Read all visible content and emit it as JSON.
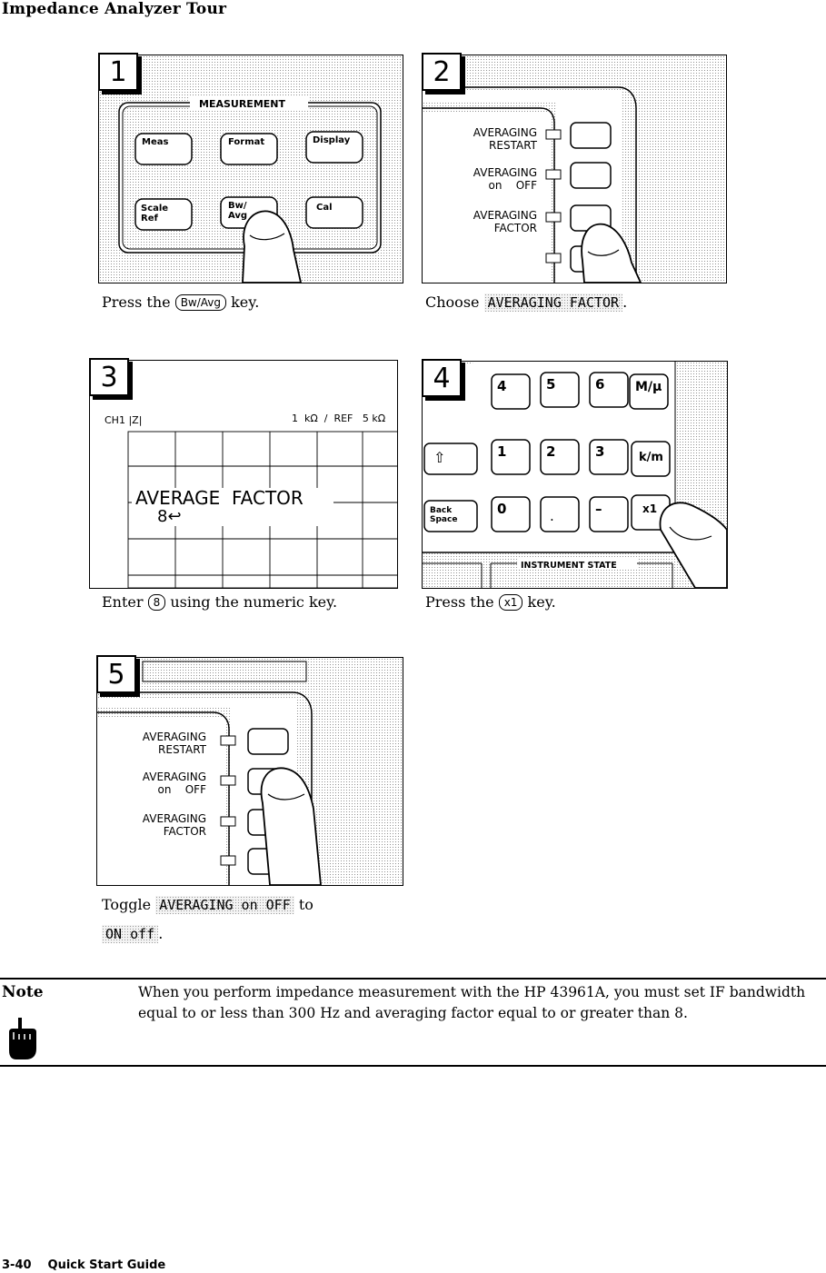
{
  "page": {
    "title": "Impedance Analyzer Tour"
  },
  "steps": [
    {
      "number": "1",
      "caption_pre": "Press the",
      "key": "Bw/Avg",
      "caption_post": "key.",
      "panel": {
        "group_label": "MEASUREMENT",
        "buttons": [
          "Meas",
          "Format",
          "Display",
          "Scale\nRef",
          "Bw/\nAvg",
          "Cal"
        ]
      }
    },
    {
      "number": "2",
      "caption_pre": "Choose",
      "softkey": "AVERAGING FACTOR",
      "caption_post": ".",
      "panel": {
        "labels": [
          "AVERAGING\nRESTART",
          "AVERAGING\non    OFF",
          "AVERAGING\nFACTOR"
        ]
      }
    },
    {
      "number": "3",
      "caption_pre": "Enter",
      "key": "8",
      "caption_post": "using the numeric key.",
      "panel": {
        "ch": "CH1  |Z|",
        "scale": "1  kΩ  /  REF   5 kΩ",
        "prompt": "AVERAGE  FACTOR",
        "entry": "8↩"
      }
    },
    {
      "number": "4",
      "caption_pre": "Press the",
      "key": "x1",
      "caption_post": "key.",
      "panel": {
        "keys_row1": [
          "4",
          "5",
          "6",
          "M/µ"
        ],
        "keys_row2": [
          "⇧",
          "1",
          "2",
          "3",
          "k/m"
        ],
        "keys_row3": [
          "Back\nSpace",
          "0",
          ".",
          "–",
          "x1"
        ],
        "group_label": "INSTRUMENT STATE"
      }
    },
    {
      "number": "5",
      "caption_pre": "Toggle",
      "softkey": "AVERAGING on OFF",
      "caption_post": "to",
      "softkey2": "ON off",
      "caption_post2": ".",
      "panel": {
        "labels": [
          "AVERAGING\nRESTART",
          "AVERAGING\non    OFF",
          "AVERAGING\nFACTOR"
        ]
      }
    }
  ],
  "note": {
    "label": "Note",
    "text": "When you perform impedance measurement with the HP 43961A, you must set IF bandwidth equal to or less than 300 Hz and averaging factor equal to or greater than 8."
  },
  "footer": {
    "page_number": "3-40",
    "section": "Quick Start Guide"
  }
}
